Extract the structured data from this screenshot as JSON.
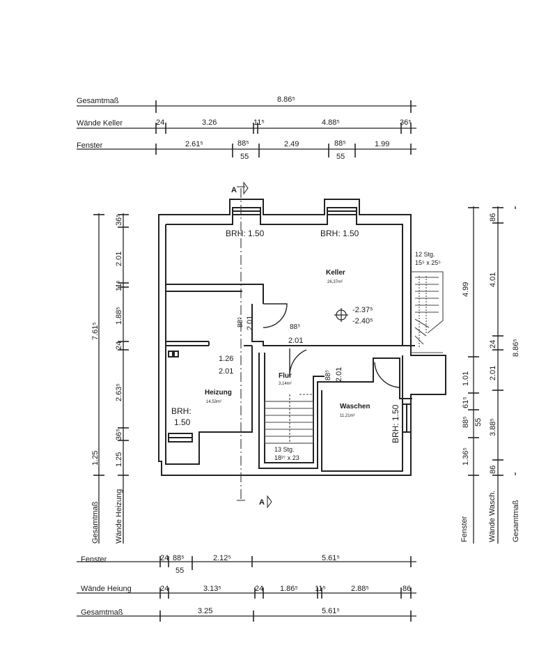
{
  "top_dims": {
    "gesamt": {
      "label": "Gesamtmaß",
      "values": [
        "8.86⁵"
      ]
    },
    "waende_keller": {
      "label": "Wände Keller",
      "values": [
        "24",
        "3.26",
        "11⁵",
        "4.88⁵",
        "36⁵"
      ]
    },
    "fenster": {
      "label": "Fenster",
      "values": [
        "2.61⁵",
        "88⁵",
        "55",
        "2.49",
        "88⁵",
        "55",
        "1.99"
      ]
    }
  },
  "left_dims": {
    "gesamt": {
      "label": "Gesamtmaß",
      "values": [
        "7.61⁵"
      ]
    },
    "waende_heizung": {
      "label": "Wände Heizung",
      "values": [
        "36⁵",
        "2.01",
        "11⁵",
        "1.88⁵",
        "24",
        "2.63⁵",
        "36⁵",
        "1.25",
        "1.25"
      ]
    }
  },
  "right_dims": {
    "fenster": {
      "label": "Fenster",
      "values": [
        "4.99",
        "1.01",
        "61⁵",
        "88⁵",
        "55",
        "1.36⁵"
      ]
    },
    "waende_wasch": {
      "label": "Wände Wasch.",
      "values": [
        "86",
        "4.01",
        "24",
        "2.01",
        "3.88⁵",
        "86"
      ]
    },
    "gesamt": {
      "label": "Gesamtmaß",
      "values": [
        "8.86⁵"
      ]
    }
  },
  "bottom_dims": {
    "fenster": {
      "label": "Fenster",
      "values": [
        "24",
        "88⁵",
        "55",
        "2.12⁵",
        "5.61⁵"
      ]
    },
    "waende_heizung": {
      "label": "Wände Heiung",
      "values": [
        "24",
        "3.13⁵",
        "24",
        "1.86⁵",
        "11⁵",
        "2.88⁵",
        "86"
      ]
    },
    "gesamt": {
      "label": "Gesamtmaß",
      "values": [
        "3.25",
        "5.61⁵"
      ]
    }
  },
  "section_marks": [
    "A",
    "A"
  ],
  "rooms": {
    "keller": {
      "name": "Keller",
      "area": "26,37m²",
      "level_1": "-2.37⁵",
      "level_2": "-2.40⁵"
    },
    "heizung": {
      "name": "Heizung",
      "area": "14,53m²",
      "brh_label": "BRH:",
      "brh_value": "1.50"
    },
    "flur": {
      "name": "Flur",
      "area": "3,14m²"
    },
    "waschen": {
      "name": "Waschen",
      "area": "11,21m²",
      "brh": "BRH: 1.50"
    }
  },
  "window_labels": {
    "brh_left": "BRH: 1.50",
    "brh_right": "BRH: 1.50"
  },
  "stairs": {
    "upper": {
      "steps": "12 Stg.",
      "size": "15⁵ x 25⁵"
    },
    "lower": {
      "steps": "13 Stg.",
      "size": "18²⁷ x 23"
    }
  },
  "doors": {
    "heizung_door": {
      "width": "88⁵",
      "height": "2.01"
    },
    "keller_door": {
      "width": "88⁵",
      "height": "2.01"
    },
    "heizung_opening": {
      "width": "1.26",
      "height": "2.01"
    },
    "flur_door": {
      "width": "88⁵",
      "height": "2.01"
    }
  }
}
